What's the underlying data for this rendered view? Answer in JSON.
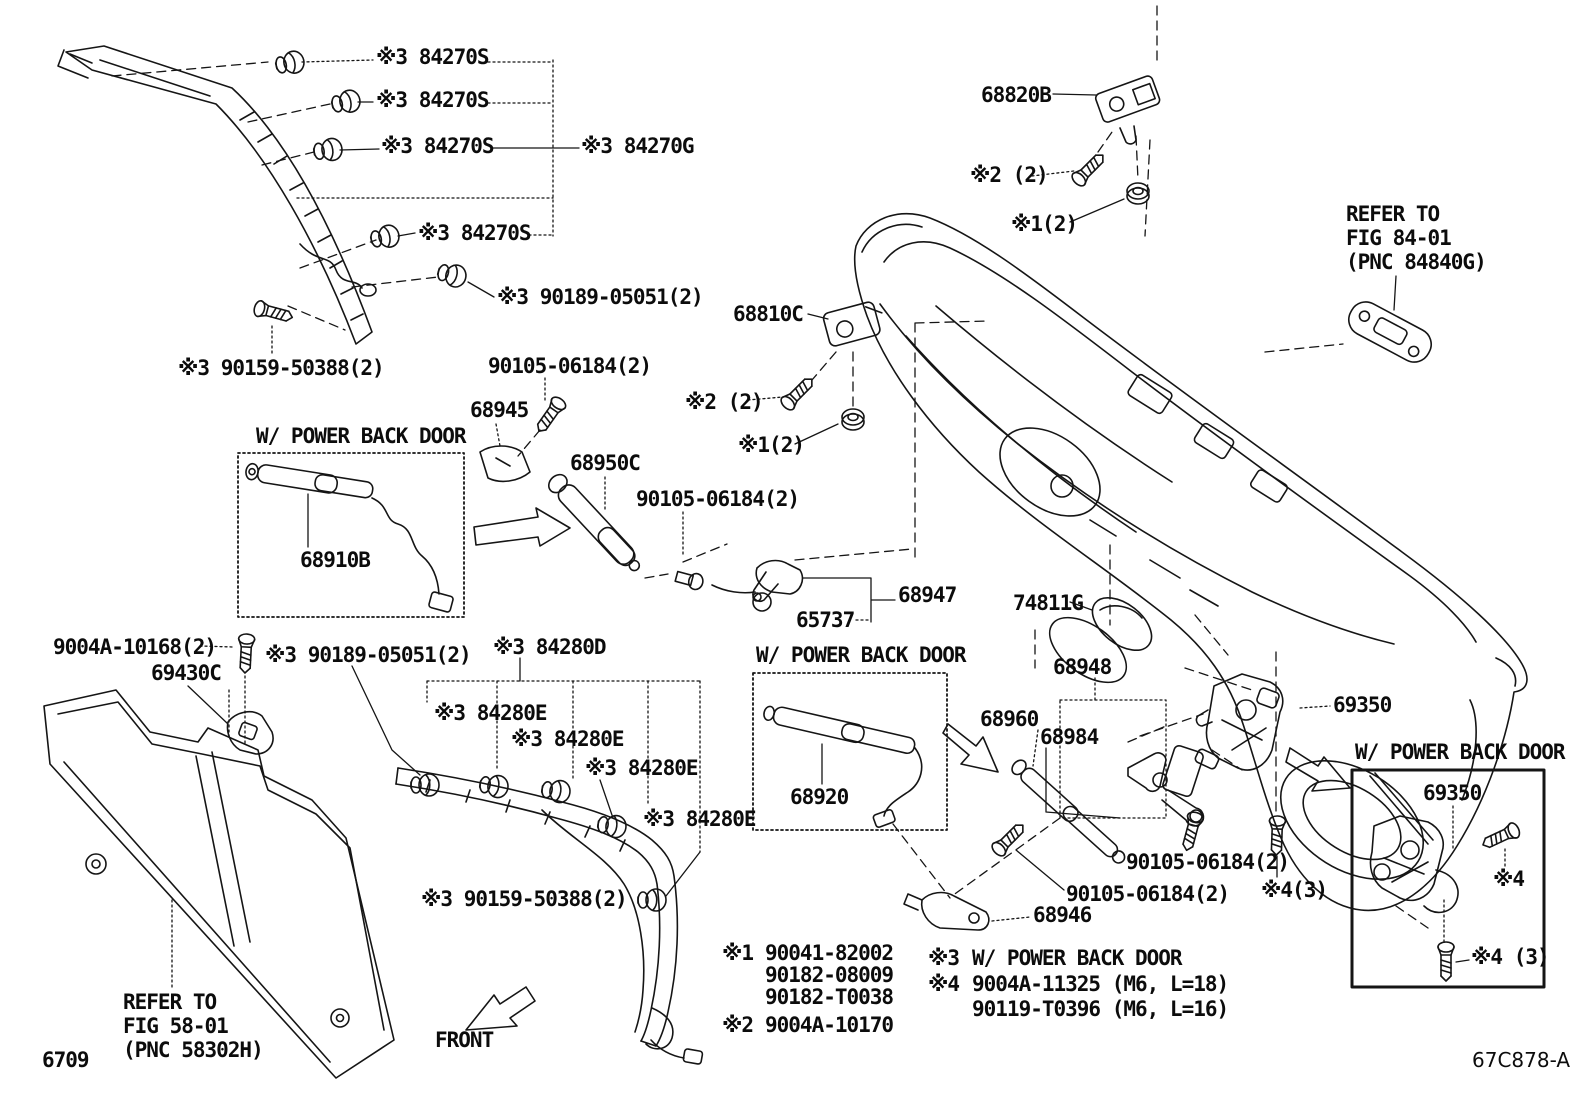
{
  "figure": {
    "page_no": "6709",
    "code": "67C878-A",
    "front": "FRONT"
  },
  "boxes": {
    "power_back_door": "W/ POWER BACK DOOR"
  },
  "notes": {
    "fig84": [
      "REFER TO",
      "FIG 84-01",
      "(PNC 84840G)"
    ],
    "fig58": [
      "REFER TO",
      "FIG 58-01",
      "(PNC 58302H)"
    ]
  },
  "callouts": {
    "c84270S": "※3 84270S",
    "c84270G": "※3 84270G",
    "c90189": "※3 90189-05051(2)",
    "c90159": "※3 90159-50388(2)",
    "c90105": "90105-06184(2)",
    "c68945": "68945",
    "c68950C": "68950C",
    "c68910B": "68910B",
    "c68810C": "68810C",
    "c68820B": "68820B",
    "c68947": "68947",
    "c65737": "65737",
    "c74811G": "74811G",
    "c9004A10168": "9004A-10168(2)",
    "c69430C": "69430C",
    "c84280D": "※3 84280D",
    "c84280E": "※3 84280E",
    "c68920": "68920",
    "c68948": "68948",
    "c68960": "68960",
    "c68984": "68984",
    "c69350": "69350",
    "c68946": "68946",
    "ref1_2": "※1(2)",
    "ref2_2": "※2 (2)",
    "ref4": "※4",
    "ref4_3": "※4 (3)",
    "ref4_3b": "※4(3)"
  },
  "legend": {
    "rows": [
      {
        "ref": "※1",
        "values": [
          "90041-82002",
          "90182-08009",
          "90182-T0038"
        ]
      },
      {
        "ref": "※2",
        "values": [
          "9004A-10170"
        ]
      },
      {
        "ref": "※3",
        "values": [
          "W/ POWER BACK DOOR"
        ]
      },
      {
        "ref": "※4",
        "values": [
          "9004A-11325 (M6, L=18)",
          "90119-T0396 (M6, L=16)"
        ]
      }
    ]
  }
}
